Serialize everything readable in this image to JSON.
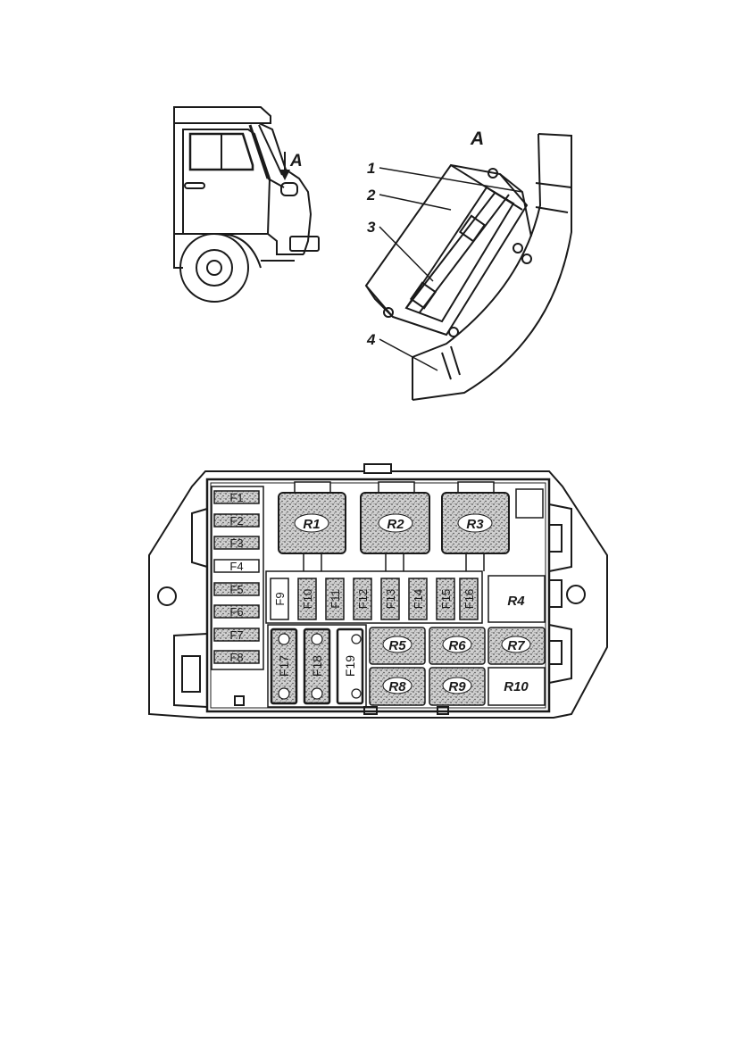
{
  "top": {
    "view_marker": "A",
    "detail_title": "A",
    "callouts": [
      "1",
      "2",
      "3",
      "4"
    ]
  },
  "fusebox": {
    "left_fuses": [
      "F1",
      "F2",
      "F3",
      "F4",
      "F5",
      "F6",
      "F7",
      "F8"
    ],
    "mid_fuses": [
      "F9",
      "F10",
      "F11",
      "F12",
      "F13",
      "F14",
      "F15",
      "F16"
    ],
    "big_fuses": [
      "F17",
      "F18",
      "F19"
    ],
    "relays_top": [
      "R1",
      "R2",
      "R3"
    ],
    "relay_r4": "R4",
    "relays_row1": [
      "R5",
      "R6",
      "R7"
    ],
    "relays_row2": [
      "R8",
      "R9"
    ],
    "relay_r10": "R10"
  }
}
